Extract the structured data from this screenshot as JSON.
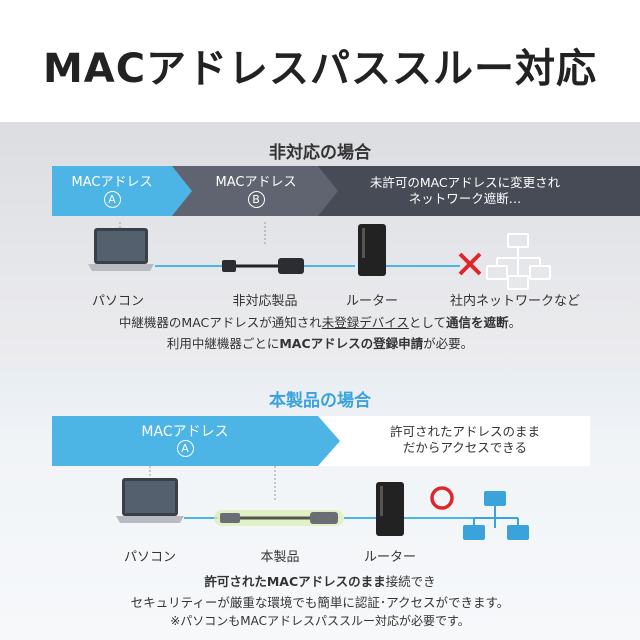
{
  "title": "MACアドレスパススルー対応",
  "section1": {
    "heading": "非対応の場合",
    "chevron1": {
      "label": "MACアドレス",
      "badge": "A"
    },
    "chevron2": {
      "label": "MACアドレス",
      "badge": "B"
    },
    "chevron3": {
      "line1": "未許可のMACアドレスに変更され",
      "line2": "ネットワーク遮断…"
    },
    "labels": {
      "pc": "パソコン",
      "adapter": "非対応製品",
      "router": "ルーター",
      "network": "社内ネットワークなど"
    },
    "note1": {
      "a": "中継機器のMACアドレスが通知され",
      "b": "未登録デバイス",
      "c": "として",
      "d": "通信を遮断",
      "e": "。"
    },
    "note2": {
      "a": "利用中継機器ごとに",
      "b": "MACアドレスの登録申請",
      "c": "が必要。"
    }
  },
  "section2": {
    "heading": "本製品の場合",
    "chevron1": {
      "label": "MACアドレス",
      "badge": "A"
    },
    "chevron2": {
      "line1": "許可されたアドレスのまま",
      "line2": "だからアクセスできる"
    },
    "labels": {
      "pc": "パソコン",
      "product": "本製品",
      "router": "ルーター"
    },
    "note1": {
      "a": "許可されたMACアドレスのまま",
      "b": "接続でき"
    },
    "note2": "セキュリティーが厳重な環境でも簡単に認証･アクセスができます。",
    "note3": "※パソコンもMACアドレスパススルー対応が必要です。"
  },
  "colors": {
    "accent_blue": "#4db4e6",
    "dark_chevron": "#5f6470",
    "darker_chevron": "#474b55",
    "cross_red": "#e0262b",
    "heading_blue": "#3aa3dc"
  }
}
